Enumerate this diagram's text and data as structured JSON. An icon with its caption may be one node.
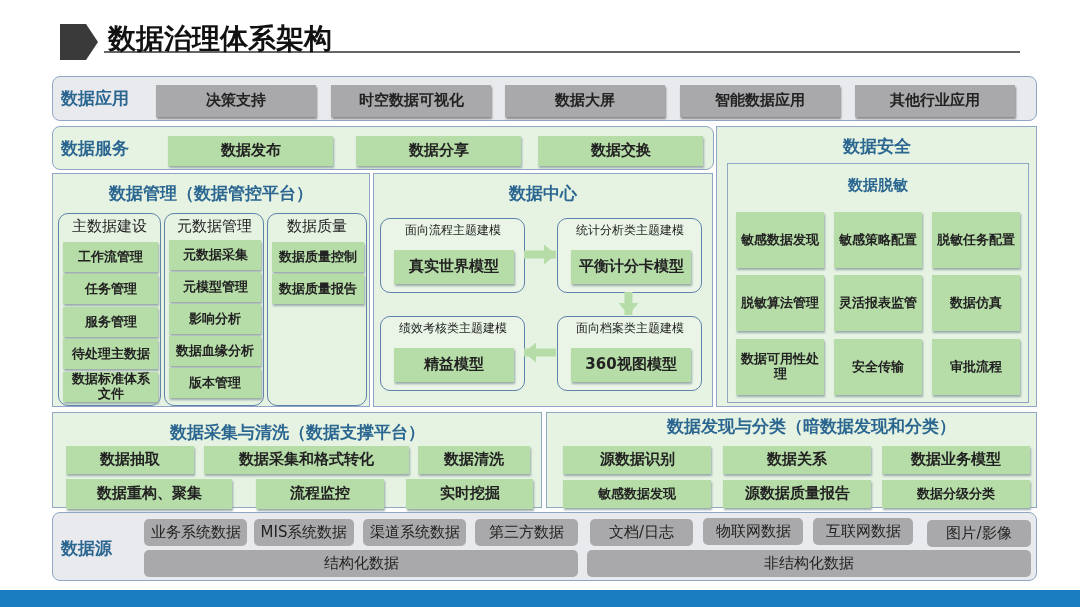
{
  "diagram": {
    "title": "数据治理体系架构",
    "nodes": [
      {
        "text": [
          "数据应用"
        ]
      },
      {
        "text": [
          "决策支持"
        ],
        "in": 0
      },
      {
        "text": [
          "时空数据可视化"
        ],
        "in": 0
      },
      {
        "text": [
          "数据大屏"
        ],
        "in": 0
      },
      {
        "text": [
          "智能数据应用"
        ],
        "in": 0
      },
      {
        "text": [
          "其他行业应用"
        ],
        "in": 0
      },
      {
        "text": [
          "数据服务"
        ]
      },
      {
        "text": [
          "数据发布"
        ],
        "in": 6
      },
      {
        "text": [
          "数据分享"
        ],
        "in": 6
      },
      {
        "text": [
          "数据交换"
        ],
        "in": 6
      },
      {
        "text": [
          "数据安全"
        ]
      },
      {
        "text": [
          "数据脱敏"
        ],
        "in": 10
      },
      {
        "text": [
          "敏感数据发现"
        ],
        "in": 11
      },
      {
        "text": [
          "敏感策略配置"
        ],
        "in": 11
      },
      {
        "text": [
          "脱敏任务配置"
        ],
        "in": 11
      },
      {
        "text": [
          "脱敏算法管理"
        ],
        "in": 11
      },
      {
        "text": [
          "灵活报表监管"
        ],
        "in": 11
      },
      {
        "text": [
          "数据仿真"
        ],
        "in": 11
      },
      {
        "text": [
          "数据可用性处理"
        ],
        "in": 11
      },
      {
        "text": [
          "安全传输"
        ],
        "in": 11
      },
      {
        "text": [
          "审批流程"
        ],
        "in": 11
      },
      {
        "text": [
          "数据管理（数据管控平台）"
        ]
      },
      {
        "text": [
          "主数据建设"
        ],
        "in": 21
      },
      {
        "text": [
          "工作流管理"
        ],
        "in": 22
      },
      {
        "text": [
          "任务管理"
        ],
        "in": 22
      },
      {
        "text": [
          "服务管理"
        ],
        "in": 22
      },
      {
        "text": [
          "待处理主数据"
        ],
        "in": 22
      },
      {
        "text": [
          "数据标准体系文件"
        ],
        "in": 22
      },
      {
        "text": [
          "元数据管理"
        ],
        "in": 21
      },
      {
        "text": [
          "元数据采集"
        ],
        "in": 28
      },
      {
        "text": [
          "元模型管理"
        ],
        "in": 28
      },
      {
        "text": [
          "影响分析"
        ],
        "in": 28
      },
      {
        "text": [
          "数据血缘分析"
        ],
        "in": 28
      },
      {
        "text": [
          "版本管理"
        ],
        "in": 28
      },
      {
        "text": [
          "数据质量"
        ],
        "in": 21
      },
      {
        "text": [
          "数据质量控制"
        ],
        "in": 34
      },
      {
        "text": [
          "数据质量报告"
        ],
        "in": 34
      },
      {
        "text": [
          "数据中心"
        ]
      },
      {
        "text": [
          "面向流程主题建模"
        ],
        "in": 37
      },
      {
        "text": [
          "真实世界模型"
        ],
        "in": 38
      },
      {
        "text": [
          "统计分析类主题建模"
        ],
        "in": 37
      },
      {
        "text": [
          "平衡计分卡模型"
        ],
        "in": 40
      },
      {
        "text": [
          "绩效考核类主题建模"
        ],
        "in": 37
      },
      {
        "text": [
          "精益模型"
        ],
        "in": 42
      },
      {
        "text": [
          "面向档案类主题建模"
        ],
        "in": 37
      },
      {
        "text": [
          "360视图模型"
        ],
        "in": 44
      },
      {
        "text": [
          "数据采集与清洗（数据支撑平台）"
        ]
      },
      {
        "text": [
          "数据抽取"
        ],
        "in": 46
      },
      {
        "text": [
          "数据采集和格式转化"
        ],
        "in": 46
      },
      {
        "text": [
          "数据清洗"
        ],
        "in": 46
      },
      {
        "text": [
          "数据重构、聚集"
        ],
        "in": 46
      },
      {
        "text": [
          "流程监控"
        ],
        "in": 46
      },
      {
        "text": [
          "实时挖掘"
        ],
        "in": 46
      },
      {
        "text": [
          "数据发现与分类（暗数据发现和分类）"
        ]
      },
      {
        "text": [
          "源数据识别"
        ],
        "in": 53
      },
      {
        "text": [
          "数据关系"
        ],
        "in": 53
      },
      {
        "text": [
          "数据业务模型"
        ],
        "in": 53
      },
      {
        "text": [
          "敏感数据发现"
        ],
        "in": 53
      },
      {
        "text": [
          "源数据质量报告"
        ],
        "in": 53
      },
      {
        "text": [
          "数据分级分类"
        ],
        "in": 53
      },
      {
        "text": [
          "数据源"
        ]
      },
      {
        "text": [
          "业务系统数据"
        ],
        "in": 60
      },
      {
        "text": [
          "MIS系统数据"
        ],
        "in": 60
      },
      {
        "text": [
          "渠道系统数据"
        ],
        "in": 60
      },
      {
        "text": [
          "第三方数据"
        ],
        "in": 60
      },
      {
        "text": [
          "结构化数据"
        ],
        "in": 60
      },
      {
        "text": [
          "文档/日志"
        ],
        "in": 60
      },
      {
        "text": [
          "物联网数据"
        ],
        "in": 60
      },
      {
        "text": [
          "互联网数据"
        ],
        "in": 60
      },
      {
        "text": [
          "图片/影像"
        ],
        "in": 60
      },
      {
        "text": [
          "非结构化数据"
        ],
        "in": 60
      }
    ],
    "edges": [
      {
        "from": 38,
        "to": 40,
        "arrow": "to"
      },
      {
        "from": 40,
        "to": 44,
        "arrow": "to"
      },
      {
        "from": 44,
        "to": 42,
        "arrow": "to"
      }
    ]
  }
}
